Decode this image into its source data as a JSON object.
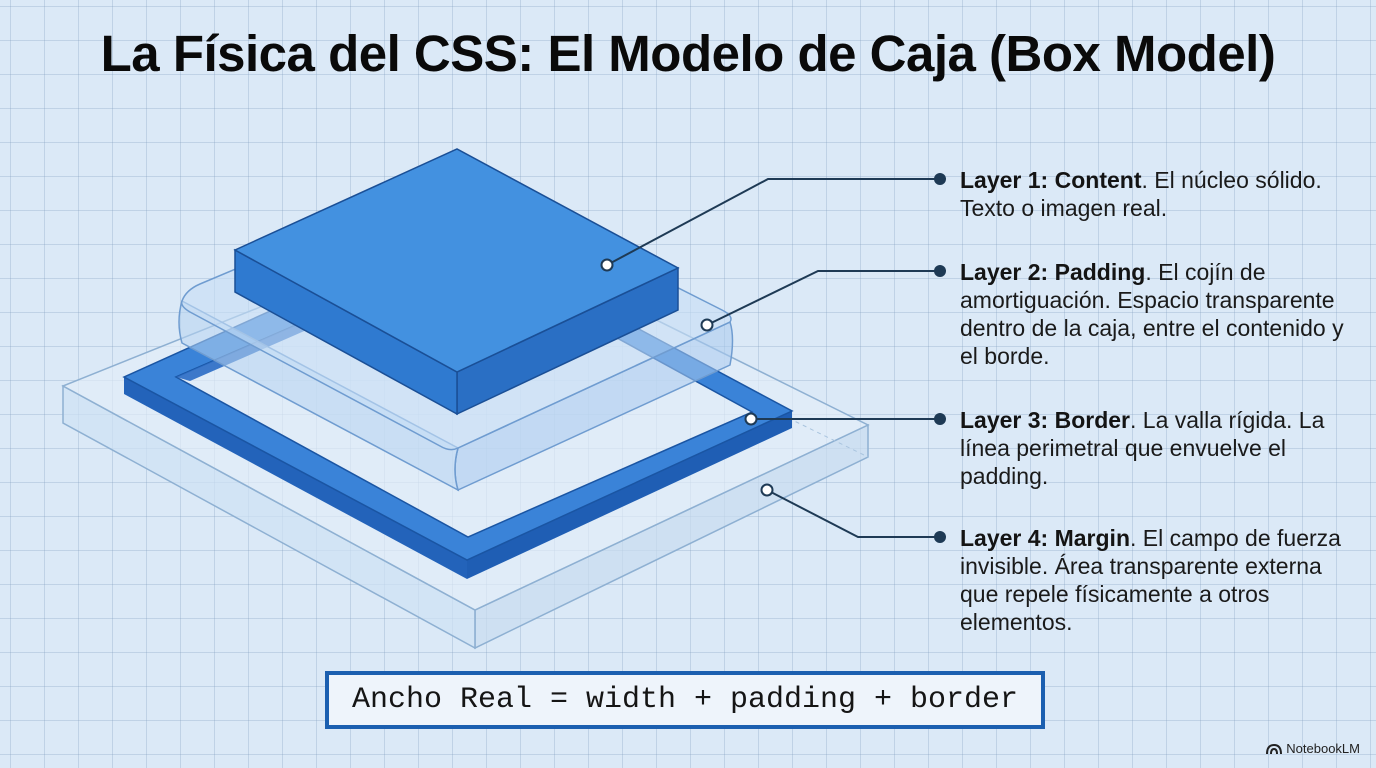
{
  "title": "La Física del CSS: El Modelo de Caja (Box Model)",
  "layers": [
    {
      "label": "Layer 1: Content",
      "text": ". El núcleo sólido. Texto o imagen real."
    },
    {
      "label": "Layer 2: Padding",
      "text": ". El cojín de amortiguación. Espacio transparente dentro de la caja, entre el contenido y el borde."
    },
    {
      "label": "Layer 3: Border",
      "text": ". La valla rígida. La línea perimetral que envuelve el padding."
    },
    {
      "label": "Layer 4: Margin",
      "text": ". El campo de fuerza invisible. Área transparente externa que repele físicamente a otros elementos."
    }
  ],
  "formula": "Ancho Real = width + padding + border",
  "brand": "NotebookLM",
  "colors": {
    "content_top": "#4391e0",
    "content_side": "#2a6fc4",
    "border_ring": "#2f78d2",
    "padding_fill": "#bcd8f3",
    "margin_fill": "#d8e8f6",
    "formula_border": "#1b5fb0",
    "leader_line": "#1e3a55"
  },
  "icons": [
    "notebooklm-logo-icon"
  ]
}
